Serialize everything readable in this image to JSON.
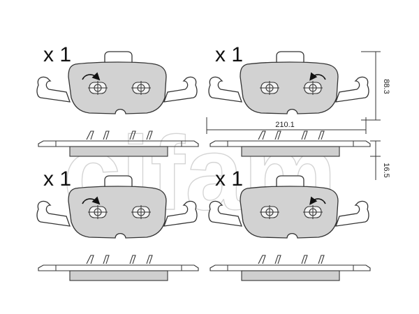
{
  "diagram": {
    "watermark": {
      "text": "cifam",
      "color": "#d4d4d4"
    },
    "pads": [
      {
        "quantity": "x 1",
        "arrow": "left"
      },
      {
        "quantity": "x 1",
        "arrow": "right"
      },
      {
        "quantity": "x 1",
        "arrow": "left"
      },
      {
        "quantity": "x 1",
        "arrow": "right"
      }
    ],
    "dimensions": {
      "width": "210.1",
      "height": "88.3",
      "thickness": "16.5"
    },
    "colors": {
      "pad_fill": "#d2d2d2",
      "backing_fill": "#cfcfcf",
      "stroke": "#333333"
    }
  }
}
